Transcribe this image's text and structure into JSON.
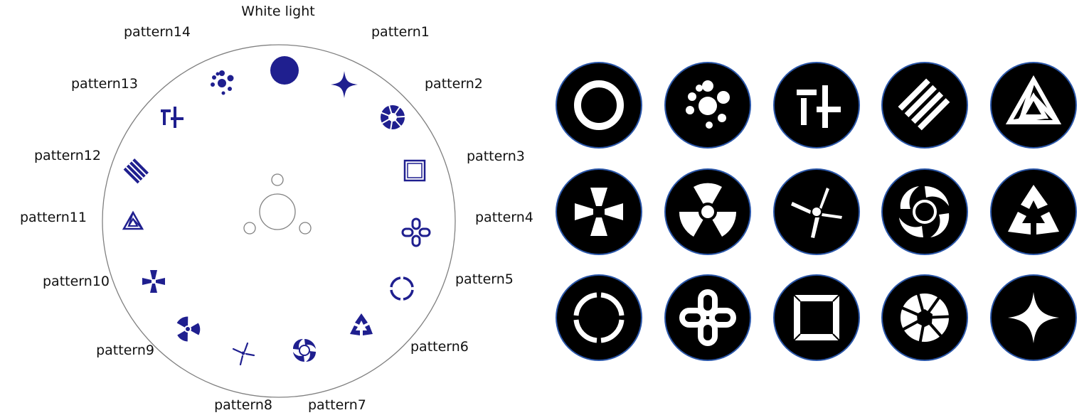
{
  "wheel": {
    "slots": [
      {
        "label": "White light",
        "icon": "white-light-dot-icon"
      },
      {
        "label": "pattern1",
        "icon": "four-point-star-icon"
      },
      {
        "label": "pattern2",
        "icon": "aperture-icon"
      },
      {
        "label": "pattern3",
        "icon": "framed-square-icon"
      },
      {
        "label": "pattern4",
        "icon": "quatrefoil-icon"
      },
      {
        "label": "pattern5",
        "icon": "segmented-ring-icon"
      },
      {
        "label": "pattern6",
        "icon": "triskelion-icon"
      },
      {
        "label": "pattern7",
        "icon": "swirl-icon"
      },
      {
        "label": "pattern8",
        "icon": "propeller-icon"
      },
      {
        "label": "pattern9",
        "icon": "radiation-icon"
      },
      {
        "label": "pattern10",
        "icon": "four-wedges-icon"
      },
      {
        "label": "pattern11",
        "icon": "nested-triangle-icon"
      },
      {
        "label": "pattern12",
        "icon": "diagonal-stripes-icon"
      },
      {
        "label": "pattern13",
        "icon": "bars-icon"
      },
      {
        "label": "pattern14",
        "icon": "dots-cluster-icon"
      }
    ],
    "pattern_color": "#1f1f8f",
    "outline_color": "#808080"
  },
  "gobo_grid": {
    "rows": [
      [
        "ring",
        "dots",
        "bars",
        "stripes",
        "triangle"
      ],
      [
        "wedges",
        "radiation",
        "propeller",
        "swirl",
        "triskelion"
      ],
      [
        "segring",
        "quatrefoil",
        "square",
        "aperture",
        "star"
      ]
    ],
    "disc_color": "#000000",
    "ring_color": "#2a56a8",
    "pattern_color": "#ffffff"
  }
}
